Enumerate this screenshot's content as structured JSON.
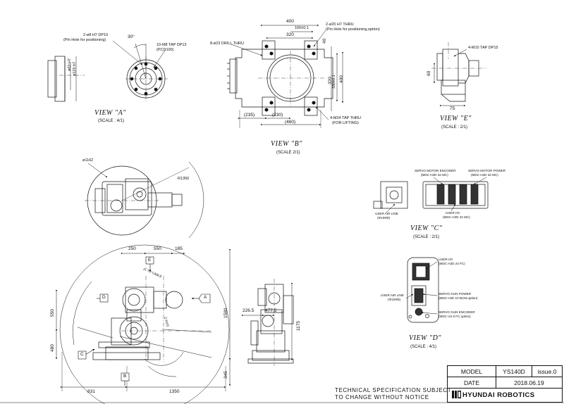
{
  "views": {
    "a": {
      "title": "VIEW \"A\"",
      "scale": "(SCALE : 4/1)",
      "callouts": {
        "pin_hole": "2-ø8 H7 DP10",
        "pin_hole_note": "(Pin Hole for positioning)",
        "angle": "30°",
        "tap": "10-M8 TAP DP13",
        "pcd": "(PCD100)",
        "dia1": "ø63 H7",
        "dia2": "ø125 h7"
      }
    },
    "b": {
      "title": "VIEW \"B\"",
      "scale": "(SCALE 2/1)",
      "callouts": {
        "drill": "8-ø23 DRILL THRU",
        "pin": "2-ø20 H7 THRU",
        "pin_note": "(Pin Hole for positioning,option)",
        "tap": "4-M24 TAP THRU",
        "tap_note": "(FOR LIFTING)"
      },
      "dims": {
        "d400_top": "400",
        "d165": "165±0.1",
        "d320_top": "320",
        "d40": "40",
        "d320_side": "320",
        "d330": "330±0.1",
        "d400_side": "400",
        "d235": "(235)",
        "d230": "(230)",
        "d460": "(460)"
      }
    },
    "e": {
      "title": "VIEW \"E\"",
      "scale": "(SCALE : 2/1)",
      "callouts": {
        "tap": "4-M10 TAP DP15"
      },
      "dims": {
        "d60": "60",
        "d75": "75"
      }
    },
    "top": {
      "callouts": {
        "reach_dia": "ø1162",
        "radius": "R1350"
      }
    },
    "c": {
      "title": "VIEW \"C\"",
      "scale": "(SCALE : 2/1)",
      "labels": {
        "encoder": "SERVO MOTOR ENCODER",
        "encoder_part": "(MDC H2D 42 MC)",
        "power": "SERVO MOTOR POWER",
        "power_part": "(MDC H2D 32 MC)",
        "air": "USER AIR LINE",
        "air_part": "(Φ10Φ8)",
        "io": "USER I/O",
        "io_part": "(MDC H2D 42 MC)"
      }
    },
    "d": {
      "title": "VIEW \"D\"",
      "scale": "(SCALE : 4/1)",
      "labels": {
        "io": "USER I/O",
        "io_part": "(MDC H2D 24 FC)",
        "air": "USER AIR LINE",
        "air_part": "(Φ10Φ8)",
        "gun_power": "SERVO GUN POWER",
        "gun_power_part": "(MDC H2E 10 BCM,option)",
        "gun_enc": "SERVO GUN ENCODER",
        "gun_enc_part": "(MDC H2 8 FC,option)"
      }
    },
    "side": {
      "markers": {
        "d": "D",
        "e": "E",
        "c": "C",
        "a": "A",
        "b": "B"
      },
      "labels": {
        "j1": "J1 TO CABLE",
        "j2": "Z AXIS"
      },
      "dims": {
        "d250": "250",
        "d550_top": "550",
        "d185": "185",
        "d550_left": "550",
        "d480": "480",
        "d1580": "1580",
        "d345": "345",
        "d831": "831",
        "d1350": "1350"
      }
    },
    "front": {
      "dims": {
        "d226": "226.5",
        "d477": "477.5",
        "d1175": "1175"
      }
    }
  },
  "title_block": {
    "model_label": "MODEL",
    "model_value": "YS140D",
    "issue": "issue.0",
    "date_label": "DATE",
    "date_value": "2018.06.19"
  },
  "footer": {
    "spec_line1": "TECHNICAL SPECIFICATION SUBJECT",
    "spec_line2": "TO CHANGE WITHOUT NOTICE",
    "brand": "HYUNDAI ROBOTICS"
  }
}
